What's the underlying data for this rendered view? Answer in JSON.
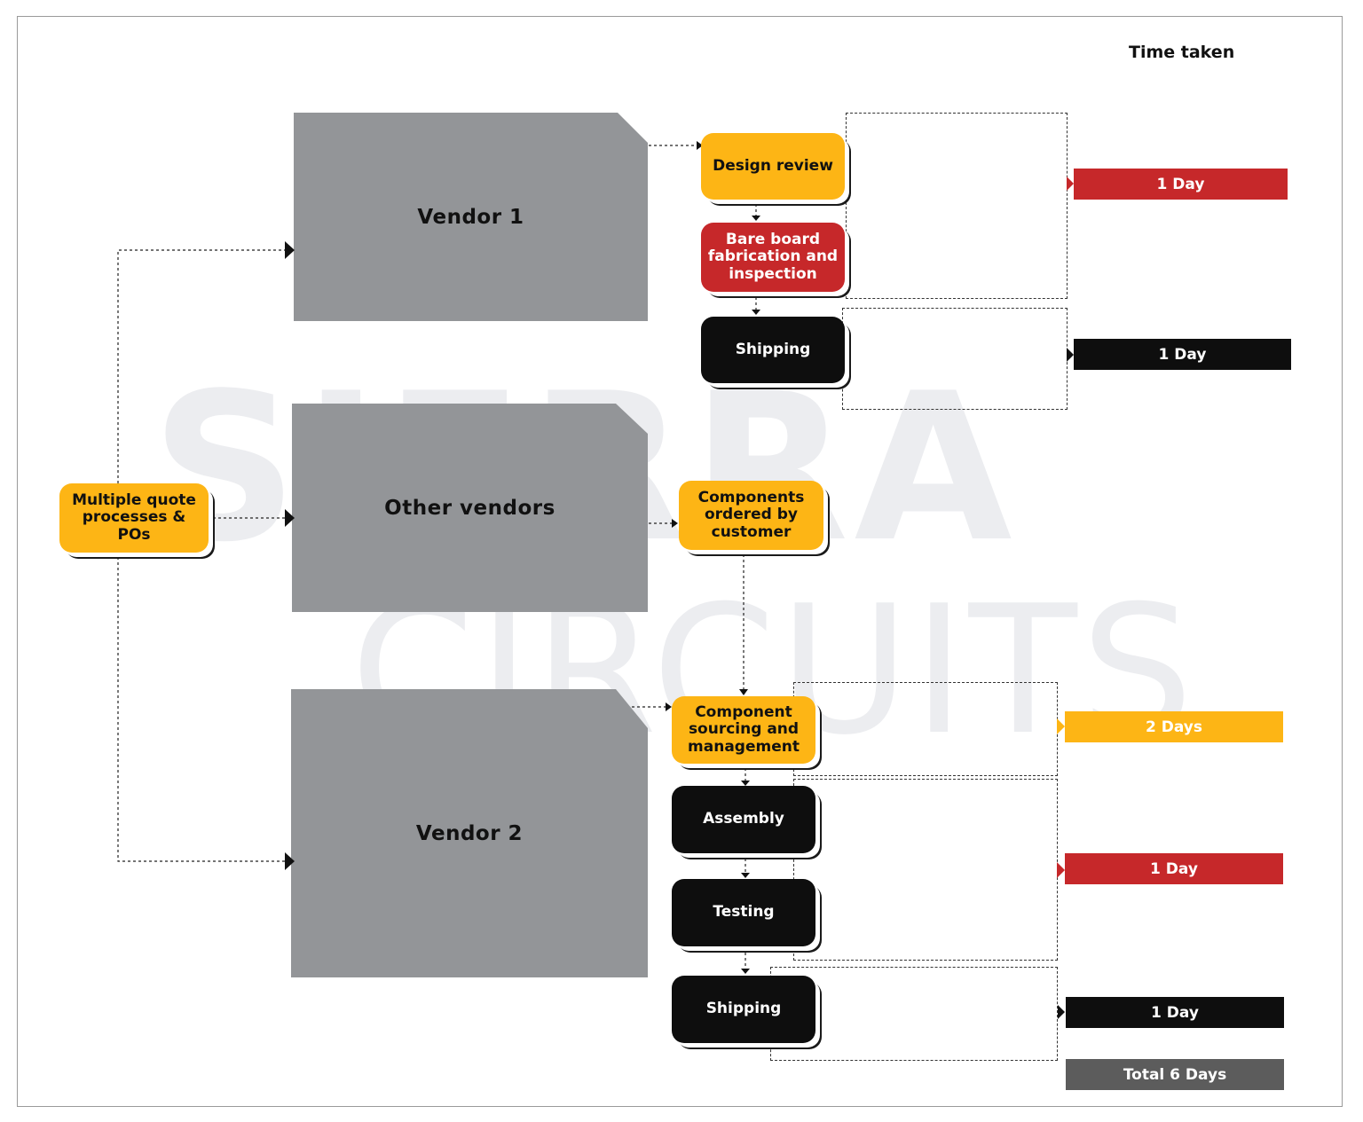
{
  "watermark": {
    "line1": "SIERRA",
    "line2": "CIRCUITS"
  },
  "header": {
    "time_taken_label": "Time taken"
  },
  "start_node": {
    "label": "Multiple quote processes & POs"
  },
  "vendors": {
    "vendor1": "Vendor 1",
    "other": "Other vendors",
    "vendor2": "Vendor 2"
  },
  "steps": {
    "design_review": "Design review",
    "bare_board": "Bare board fabrication and inspection",
    "shipping_v1": "Shipping",
    "components_ordered": "Components ordered by customer",
    "component_sourcing": "Component sourcing and management",
    "assembly": "Assembly",
    "testing": "Testing",
    "shipping_v2": "Shipping"
  },
  "durations": {
    "v1_fabrication": "1 Day",
    "v1_shipping": "1 Day",
    "v2_sourcing": "2 Days",
    "v2_assembly_testing": "1 Day",
    "v2_shipping": "1 Day",
    "total": "Total 6 Days"
  },
  "colors": {
    "yellow": "#fdb515",
    "red": "#c6282a",
    "black": "#0e0e0e",
    "vendor_gray": "#939598",
    "total_gray": "#5c5c5c"
  }
}
